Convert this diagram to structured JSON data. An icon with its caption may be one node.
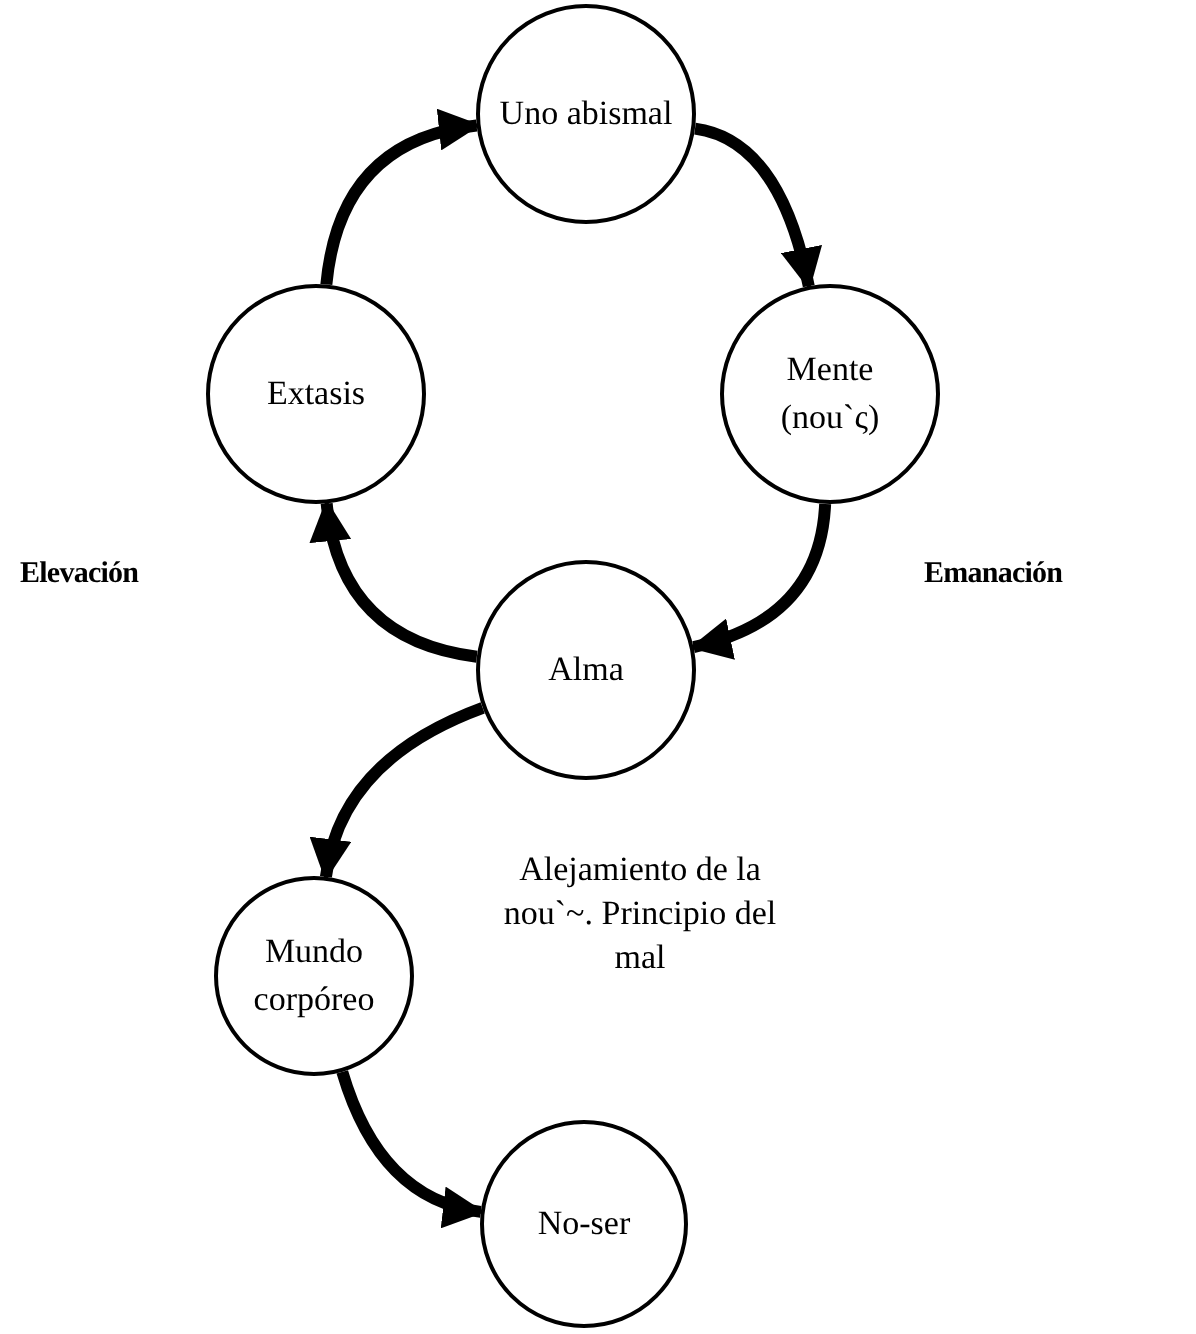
{
  "diagram": {
    "nodes": [
      {
        "text": [
          "Uno abismal"
        ]
      },
      {
        "text": [
          "Mente (nou`ς)"
        ]
      },
      {
        "text": [
          "Alma"
        ]
      },
      {
        "text": [
          "Extasis"
        ]
      },
      {
        "text": [
          "Mundo corpóreo"
        ]
      },
      {
        "text": [
          "No-ser"
        ]
      }
    ],
    "edges": [
      {
        "from": 0,
        "to": 1,
        "arrow": "to"
      },
      {
        "from": 1,
        "to": 2,
        "arrow": "to"
      },
      {
        "from": 2,
        "to": 3,
        "arrow": "to"
      },
      {
        "from": 3,
        "to": 0,
        "arrow": "to"
      },
      {
        "from": 2,
        "to": 4,
        "arrow": "to"
      },
      {
        "from": 4,
        "to": 5,
        "arrow": "to"
      }
    ],
    "labels": [
      "Elevación",
      "Emanación",
      "Alejamiento de la nou`~. Principio del mal"
    ]
  }
}
